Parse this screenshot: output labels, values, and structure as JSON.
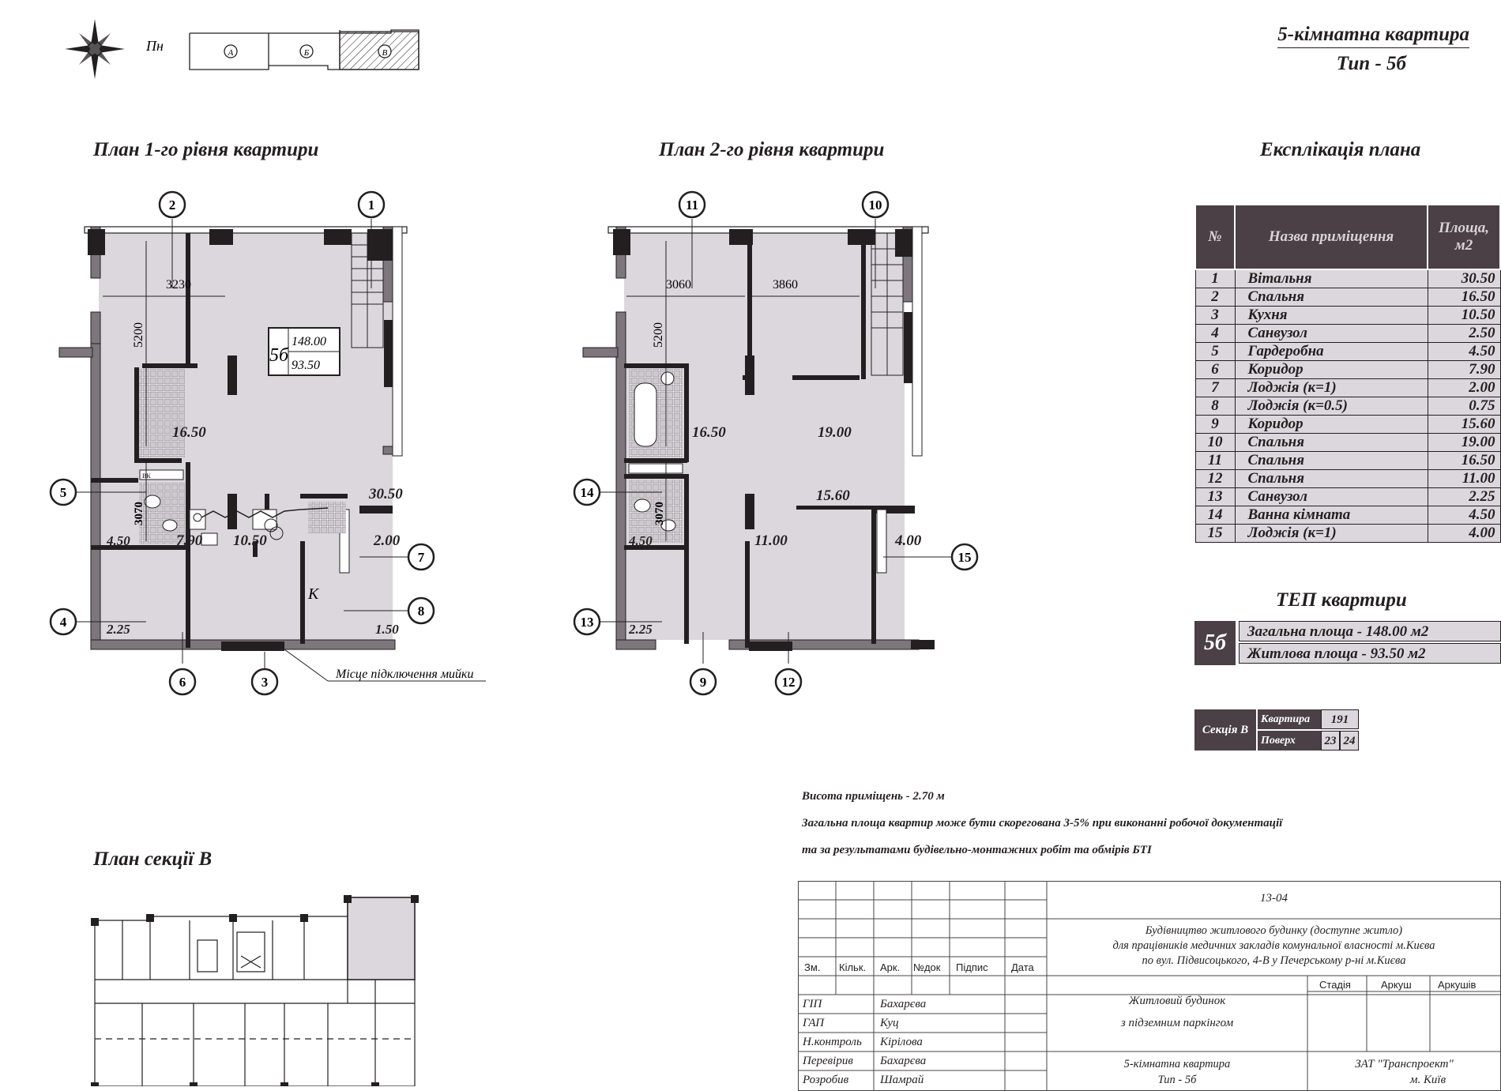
{
  "header": {
    "title_line1": "5-кімнатна квартира",
    "title_line2": "Тип - 5б",
    "compass_label": "Пн",
    "sections": [
      "А",
      "Б",
      "В"
    ]
  },
  "plans": {
    "level1_title": "План 1-го рівня квартири",
    "level2_title": "План 2-го рівня квартири",
    "section_title": "План секції В"
  },
  "level1": {
    "callouts": [
      "1",
      "2",
      "3",
      "4",
      "5",
      "6",
      "7",
      "8"
    ],
    "dims": {
      "w1": "3230",
      "h1": "5200",
      "h2": "3070"
    },
    "areas": {
      "a1": "16.50",
      "a2": "30.50",
      "a3": "4.50",
      "a4": "7.90",
      "a5": "10.50",
      "a6": "2.00",
      "a7": "1.50",
      "a8": "2.25"
    },
    "kitchen_label": "К",
    "badge": {
      "type": "5б",
      "total": "148.00",
      "living": "93.50"
    },
    "sink_note": "Місце підключення мийки",
    "small_labels": {
      "vk": "ВК"
    }
  },
  "level2": {
    "callouts": [
      "9",
      "10",
      "11",
      "12",
      "13",
      "14",
      "15"
    ],
    "dims": {
      "w1": "3060",
      "w2": "3860",
      "h1": "5200",
      "h2": "3070"
    },
    "areas": {
      "a1": "16.50",
      "a2": "19.00",
      "a3": "15.60",
      "a4": "4.50",
      "a5": "11.00",
      "a6": "4.00",
      "a7": "2.25"
    }
  },
  "explication": {
    "title": "Експлікація плана",
    "columns": [
      "№",
      "Назва приміщення",
      "Площа, м2"
    ],
    "rows": [
      [
        "1",
        "Вітальня",
        "30.50"
      ],
      [
        "2",
        "Спальня",
        "16.50"
      ],
      [
        "3",
        "Кухня",
        "10.50"
      ],
      [
        "4",
        "Санвузол",
        "2.50"
      ],
      [
        "5",
        "Гардеробна",
        "4.50"
      ],
      [
        "6",
        "Коридор",
        "7.90"
      ],
      [
        "7",
        "Лоджія (к=1)",
        "2.00"
      ],
      [
        "8",
        "Лоджія (к=0.5)",
        "0.75"
      ],
      [
        "9",
        "Коридор",
        "15.60"
      ],
      [
        "10",
        "Спальня",
        "19.00"
      ],
      [
        "11",
        "Спальня",
        "16.50"
      ],
      [
        "12",
        "Спальня",
        "11.00"
      ],
      [
        "13",
        "Санвузол",
        "2.25"
      ],
      [
        "14",
        "Ванна кімната",
        "4.50"
      ],
      [
        "15",
        "Лоджія (к=1)",
        "4.00"
      ]
    ]
  },
  "tep": {
    "title": "ТЕП квартири",
    "badge": "5б",
    "total": "Загальна площа - 148.00 м2",
    "living": "Житлова площа - 93.50 м2"
  },
  "section_box": {
    "label": "Секція В",
    "apartment_label": "Квартира",
    "apartment_value": "191",
    "floor_label": "Поверх",
    "floor_values": [
      "23",
      "24"
    ]
  },
  "notes": {
    "n1": "Висота приміщень - 2.70 м",
    "n2": "Загальна площа квартир може бути скорегована 3-5% при виконанні робочої документації",
    "n3": "та за результатами будівельно-монтажних робіт  та обмірів БТІ"
  },
  "stamp": {
    "code": "13-04",
    "project_l1": "Будівництво житлового будинку (доступне житло)",
    "project_l2": "для працівників медичних закладів комунальної власності  м.Києва",
    "project_l3": "по вул. Підвисоцького, 4-В  у Печерському р-ні  м.Києва",
    "col_labels": [
      "Зм.",
      "Кільк.",
      "Арк.",
      "№док",
      "Підпис",
      "Дата"
    ],
    "stage_labels": [
      "Стадія",
      "Аркуш",
      "Аркушів"
    ],
    "building_l1": "Житловий будинок",
    "building_l2": "з підземним паркінгом",
    "sheet_l1": "5-кімнатна квартира",
    "sheet_l2": "Тип - 5б",
    "company_l1": "ЗАТ \"Транспроект\"",
    "company_l2": "м. Київ",
    "signers": [
      [
        "ГІП",
        "Бахарєва"
      ],
      [
        "ГАП",
        "Куц"
      ],
      [
        "Н.контроль",
        "Кірілова"
      ],
      [
        "Перевірив",
        "Бахарєва"
      ],
      [
        "Розробив",
        "Шамрай"
      ]
    ]
  }
}
